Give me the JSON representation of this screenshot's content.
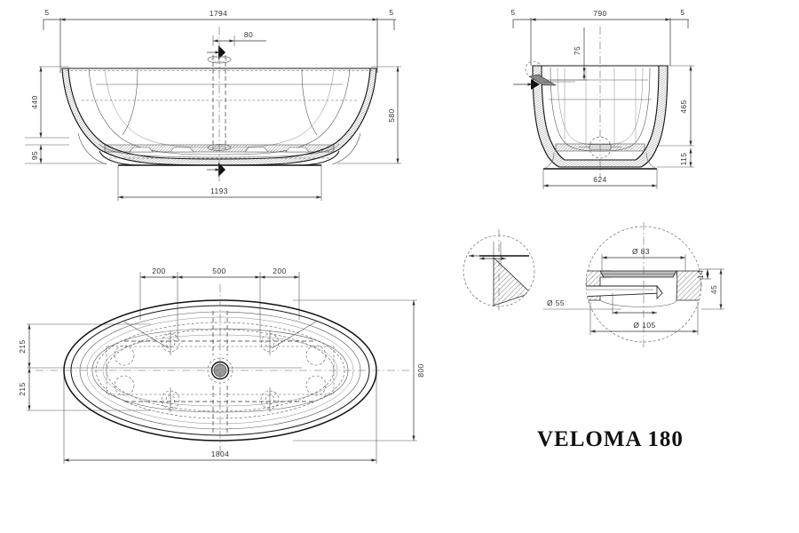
{
  "sheet": {
    "title": "VELOMA 180",
    "background": "#ffffff",
    "line_color": "#222222",
    "drain_fill": "#9a9a9a",
    "hatch_color": "#444444"
  },
  "views": {
    "front_elevation": {
      "name": "front-elevation",
      "dimensions": {
        "overall_length": "1794",
        "left_offset": "5",
        "right_offset": "5",
        "overflow_width": "80",
        "inner_height": "440",
        "overall_height": "580",
        "foot_height": "95",
        "base_length": "1193"
      }
    },
    "side_elevation": {
      "name": "side-elevation",
      "dimensions": {
        "overall_width": "790",
        "left_offset": "5",
        "right_offset": "5",
        "rim_drop": "75",
        "body_height": "465",
        "foot_height": "115",
        "base_width": "624"
      }
    },
    "plan": {
      "name": "plan-view",
      "dimensions": {
        "left_span": "200",
        "center_span": "500",
        "right_span": "200",
        "upper_offset": "215",
        "lower_offset": "215",
        "overall_width": "800",
        "overall_length": "1804"
      }
    },
    "detail_small": {
      "name": "rim-section-detail",
      "dimensions": {}
    },
    "detail_drain": {
      "name": "drain-section-detail",
      "dimensions": {
        "inner_diameter": "Ø 83",
        "waste_diameter": "Ø 55",
        "outer_diameter": "Ø 105",
        "flange_thickness": "14",
        "total_depth": "45"
      }
    }
  }
}
